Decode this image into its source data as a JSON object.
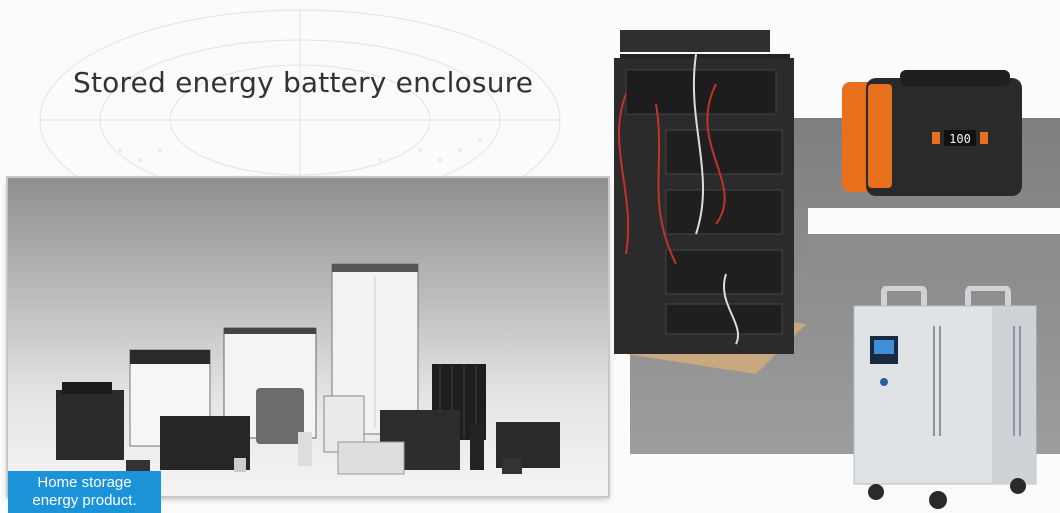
{
  "page": {
    "title": "Stored energy battery enclosure",
    "caption_lines": [
      "Home storage",
      "energy product."
    ]
  },
  "icons": {
    "rack": "server-rack-battery-image",
    "portable": "portable-power-station-image",
    "cabinet": "battery-cabinet-image",
    "products": "battery-products-image"
  },
  "portable_display": "100",
  "colors": {
    "caption_bg": "#1b93d9",
    "portable_accent": "#e8701c"
  }
}
